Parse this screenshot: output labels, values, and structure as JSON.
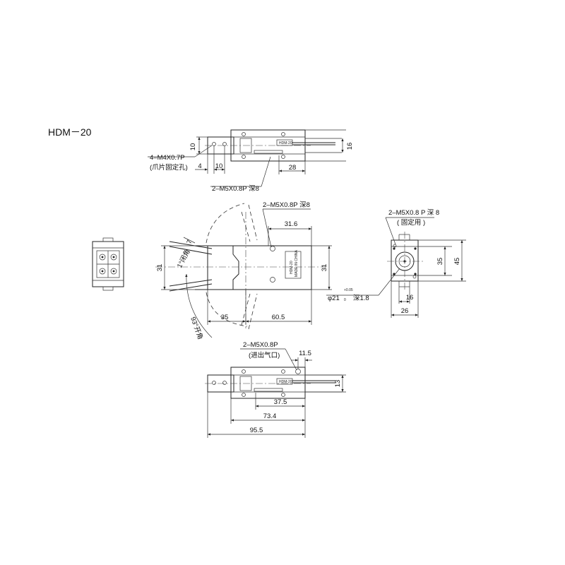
{
  "model": "HDM－20",
  "top_view": {
    "dims": {
      "d10_v": "10",
      "d4": "4",
      "d10_h": "10",
      "d28": "28",
      "d16": "16"
    },
    "tapped_hole": "4–M4X0.7P",
    "tapped_hole_note": "(爪片固定孔)",
    "port": "2–M5X0.8P 深8"
  },
  "main_view": {
    "port": "2–M5X0.8P 深8",
    "dims": {
      "d31_6": "31.6",
      "d7": "7",
      "d31_left": "31",
      "d31_right": "31",
      "d35": "35",
      "d60_5": "60.5"
    },
    "closing_label": "1°闭角",
    "opening_label": "93°开角"
  },
  "side_view": {
    "port": "2–M5X0.8 P 深 8",
    "port_note": "( 固定用 )",
    "bore": "φ21",
    "bore_tol_upper": "+0.05",
    "bore_tol_lower": "0",
    "bore_depth": "深1.8",
    "dims": {
      "d35": "35",
      "d45": "45",
      "d16": "16",
      "d26": "26"
    }
  },
  "bottom_view": {
    "port": "2–M5X0.8P",
    "port_note": "(进出气口)",
    "dims": {
      "d11_5": "11.5",
      "d13": "13",
      "d37_5": "37.5",
      "d73_4": "73.4",
      "d95_5": "95.5"
    }
  },
  "label_plate": {
    "line1": "HDM-20",
    "line2": "MADE IN CHINA"
  }
}
